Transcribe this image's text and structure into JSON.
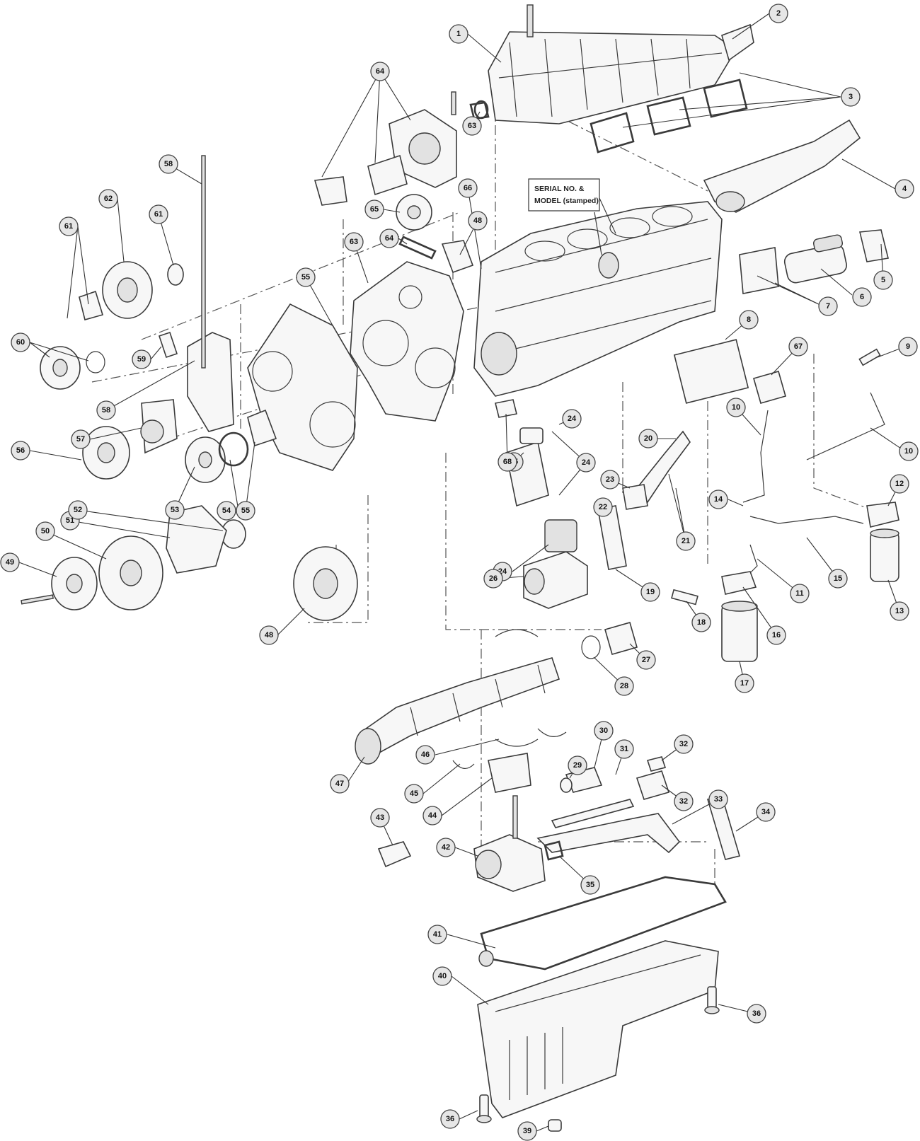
{
  "stamp_note": {
    "line1": "SERIAL NO. &",
    "line2": "MODEL (stamped)"
  },
  "callouts": [
    {
      "id": "c1",
      "label": "1"
    },
    {
      "id": "c2",
      "label": "2"
    },
    {
      "id": "c3",
      "label": "3"
    },
    {
      "id": "c4",
      "label": "4"
    },
    {
      "id": "c5",
      "label": "5"
    },
    {
      "id": "c6",
      "label": "6"
    },
    {
      "id": "c7",
      "label": "7"
    },
    {
      "id": "c8",
      "label": "8"
    },
    {
      "id": "c9",
      "label": "9"
    },
    {
      "id": "c10a",
      "label": "10"
    },
    {
      "id": "c10b",
      "label": "10"
    },
    {
      "id": "c11",
      "label": "11"
    },
    {
      "id": "c12",
      "label": "12"
    },
    {
      "id": "c13",
      "label": "13"
    },
    {
      "id": "c14",
      "label": "14"
    },
    {
      "id": "c15",
      "label": "15"
    },
    {
      "id": "c16",
      "label": "16"
    },
    {
      "id": "c17",
      "label": "17"
    },
    {
      "id": "c18",
      "label": "18"
    },
    {
      "id": "c19",
      "label": "19"
    },
    {
      "id": "c20",
      "label": "20"
    },
    {
      "id": "c21",
      "label": "21"
    },
    {
      "id": "c22",
      "label": "22"
    },
    {
      "id": "c23",
      "label": "23"
    },
    {
      "id": "c24a",
      "label": "24"
    },
    {
      "id": "c24b",
      "label": "24"
    },
    {
      "id": "c24c",
      "label": "24"
    },
    {
      "id": "c25",
      "label": "25"
    },
    {
      "id": "c26",
      "label": "26"
    },
    {
      "id": "c27",
      "label": "27"
    },
    {
      "id": "c28",
      "label": "28"
    },
    {
      "id": "c29",
      "label": "29"
    },
    {
      "id": "c30",
      "label": "30"
    },
    {
      "id": "c31",
      "label": "31"
    },
    {
      "id": "c32a",
      "label": "32"
    },
    {
      "id": "c32b",
      "label": "32"
    },
    {
      "id": "c33",
      "label": "33"
    },
    {
      "id": "c34",
      "label": "34"
    },
    {
      "id": "c35",
      "label": "35"
    },
    {
      "id": "c36a",
      "label": "36"
    },
    {
      "id": "c36b",
      "label": "36"
    },
    {
      "id": "c39",
      "label": "39"
    },
    {
      "id": "c40",
      "label": "40"
    },
    {
      "id": "c41",
      "label": "41"
    },
    {
      "id": "c42",
      "label": "42"
    },
    {
      "id": "c43",
      "label": "43"
    },
    {
      "id": "c44",
      "label": "44"
    },
    {
      "id": "c45",
      "label": "45"
    },
    {
      "id": "c46",
      "label": "46"
    },
    {
      "id": "c47",
      "label": "47"
    },
    {
      "id": "c48a",
      "label": "48"
    },
    {
      "id": "c48b",
      "label": "48"
    },
    {
      "id": "c49",
      "label": "49"
    },
    {
      "id": "c50",
      "label": "50"
    },
    {
      "id": "c51",
      "label": "51"
    },
    {
      "id": "c52",
      "label": "52"
    },
    {
      "id": "c53",
      "label": "53"
    },
    {
      "id": "c54",
      "label": "54"
    },
    {
      "id": "c55a",
      "label": "55"
    },
    {
      "id": "c55b",
      "label": "55"
    },
    {
      "id": "c56",
      "label": "56"
    },
    {
      "id": "c57",
      "label": "57"
    },
    {
      "id": "c58a",
      "label": "58"
    },
    {
      "id": "c58b",
      "label": "58"
    },
    {
      "id": "c59",
      "label": "59"
    },
    {
      "id": "c60",
      "label": "60"
    },
    {
      "id": "c61a",
      "label": "61"
    },
    {
      "id": "c61b",
      "label": "61"
    },
    {
      "id": "c62",
      "label": "62"
    },
    {
      "id": "c63a",
      "label": "63"
    },
    {
      "id": "c63b",
      "label": "63"
    },
    {
      "id": "c64a",
      "label": "64"
    },
    {
      "id": "c64b",
      "label": "64"
    },
    {
      "id": "c65",
      "label": "65"
    },
    {
      "id": "c66",
      "label": "66"
    },
    {
      "id": "c67",
      "label": "67"
    },
    {
      "id": "c68",
      "label": "68"
    }
  ]
}
